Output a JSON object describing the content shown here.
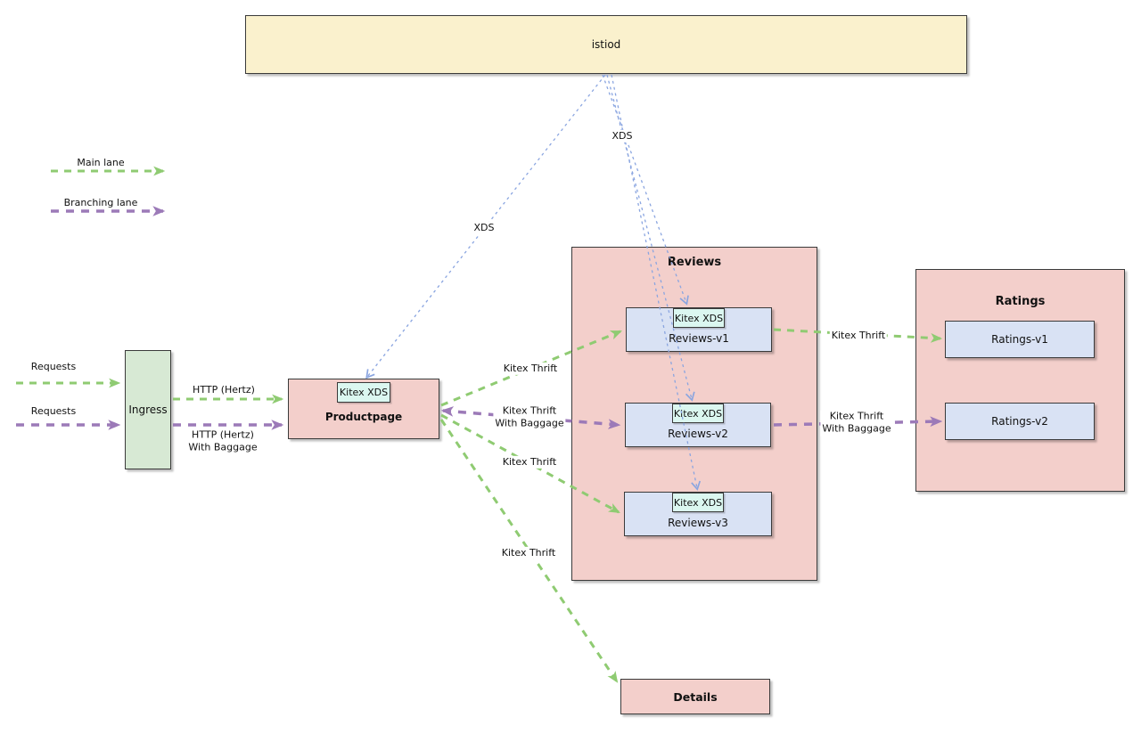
{
  "colors": {
    "green": "#8FCB72",
    "purple": "#9C7AB8",
    "blue": "#8AA5E0",
    "istiod_fill": "#FAF1CD",
    "ingress_fill": "#D7E9D4",
    "service_fill": "#F3CFCB",
    "version_fill": "#D9E2F4",
    "sidecar_fill": "#DBF7F0",
    "border_color": "#3A3A3A"
  },
  "legend": {
    "main_label": "Main lane",
    "branching_label": "Branching lane"
  },
  "nodes": {
    "istiod": {
      "label": "istiod"
    },
    "ingress": {
      "label": "Ingress"
    },
    "productpage": {
      "label": "Productpage",
      "sidecar": "Kitex XDS"
    },
    "reviews": {
      "title": "Reviews",
      "v1": {
        "label": "Reviews-v1",
        "sidecar": "Kitex XDS"
      },
      "v2": {
        "label": "Reviews-v2",
        "sidecar": "Kitex XDS"
      },
      "v3": {
        "label": "Reviews-v3",
        "sidecar": "Kitex XDS"
      }
    },
    "ratings": {
      "title": "Ratings",
      "v1": {
        "label": "Ratings-v1"
      },
      "v2": {
        "label": "Ratings-v2"
      }
    },
    "details": {
      "label": "Details"
    }
  },
  "edges": {
    "requests_main": "Requests",
    "requests_branching": "Requests",
    "http_hertz": "HTTP (Hertz)",
    "http_hertz_with_baggage": "HTTP (Hertz)\nWith Baggage",
    "xds_productpage": "XDS",
    "xds_reviews": "XDS",
    "kitex_thrift_v1": "Kitex Thrift",
    "kitex_thrift_with_baggage_v2": "Kitex Thrift\nWith Baggage",
    "kitex_thrift_v3": "Kitex Thrift",
    "kitex_thrift_details": "Kitex Thrift",
    "kitex_thrift_ratings_v1": "Kitex Thrift",
    "kitex_thrift_with_baggage_ratings_v2": "Kitex Thrift\nWith Baggage"
  }
}
